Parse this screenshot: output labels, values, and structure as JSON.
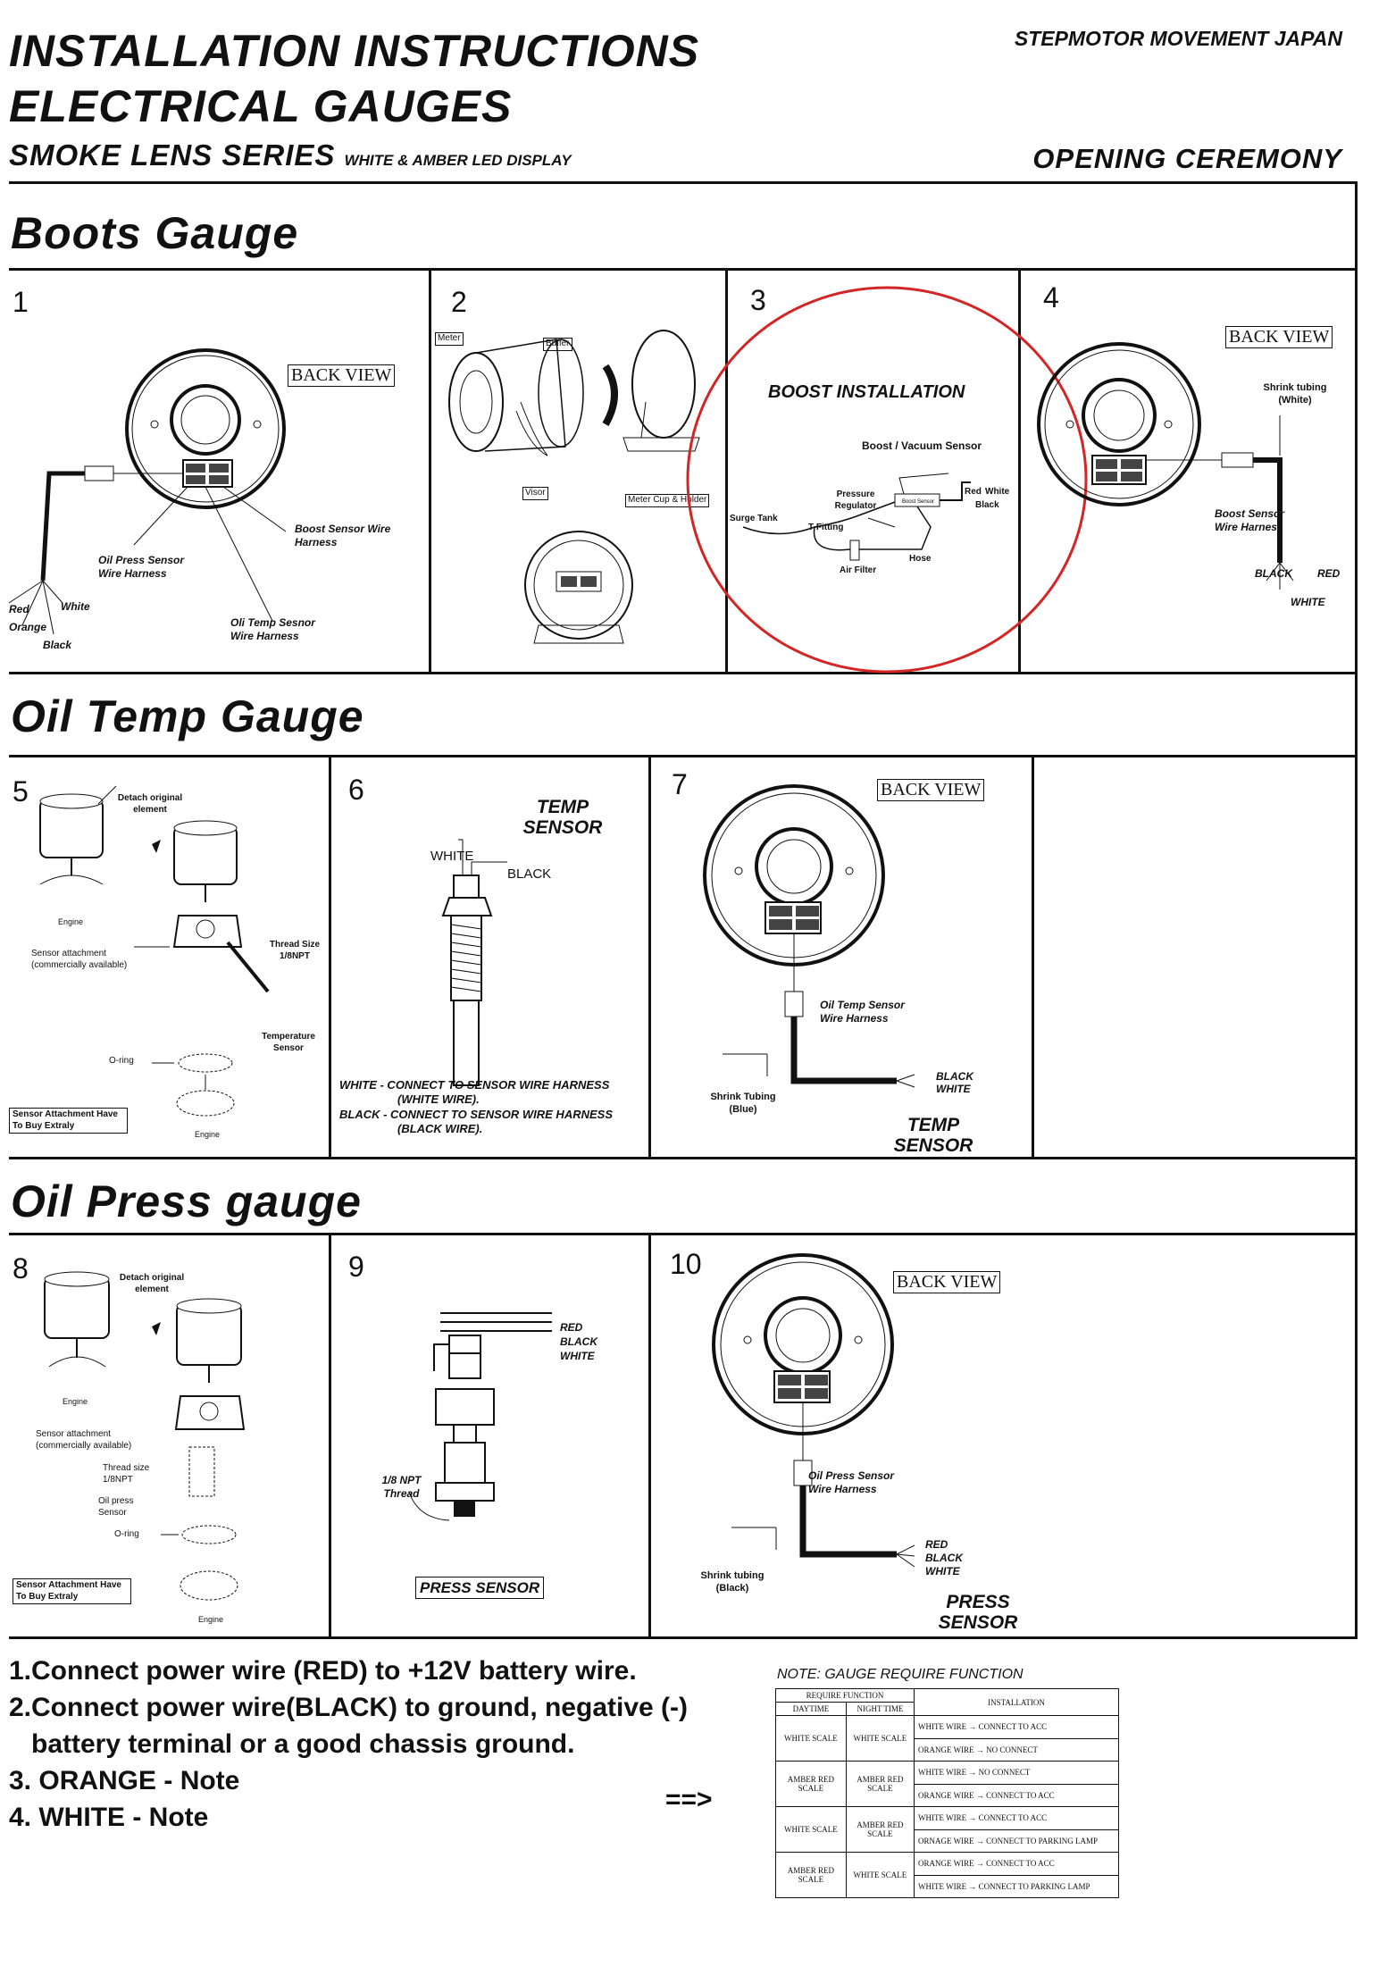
{
  "header": {
    "title_line1": "INSTALLATION INSTRUCTIONS",
    "title_line2": "ELECTRICAL GAUGES",
    "title_line3_main": "SMOKE LENS SERIES",
    "title_line3_sub": "WHITE & AMBER LED DISPLAY",
    "brand": "STEPMOTOR MOVEMENT JAPAN",
    "tagline": "OPENING CEREMONY"
  },
  "sections": {
    "boost": {
      "title": "Boots Gauge",
      "panel1": {
        "num": "1",
        "back_view": "BACK VIEW",
        "boost_sensor": "Boost Sensor Wire Harness",
        "oil_press": "Oil Press Sensor Wire Harness",
        "oil_temp": "Oli Temp Sesnor Wire Harness",
        "red": "Red",
        "white": "White",
        "orange": "Orange",
        "black": "Black"
      },
      "panel2": {
        "num": "2",
        "meter": "Meter",
        "buffer": "Buffer",
        "visor": "Visor",
        "cup": "Meter Cup & Holder"
      },
      "panel3": {
        "num": "3",
        "title": "BOOST INSTALLATION",
        "sensor": "Boost / Vacuum Sensor",
        "pressure": "Pressure Regulator",
        "surge": "Surge Tank",
        "tfitting": "T-Fitting",
        "red": "Red",
        "white": "White",
        "black": "Black",
        "hose": "Hose",
        "filter": "Air Filter",
        "boost_sensor_box": "Boost Sensor"
      },
      "panel4": {
        "num": "4",
        "back_view": "BACK VIEW",
        "shrink": "Shrink tubing (White)",
        "boost_sensor": "Boost Sensor Wire Harness",
        "black": "BLACK",
        "red": "RED",
        "white": "WHITE"
      }
    },
    "oiltemp": {
      "title": "Oil Temp Gauge",
      "panel5": {
        "num": "5",
        "detach": "Detach original element",
        "engine": "Engine",
        "attach": "Sensor attachment (commercially available)",
        "thread": "Thread Size 1/8NPT",
        "temp": "Temperature Sensor",
        "oring": "O-ring",
        "note": "Sensor Attachment Have To Buy Extraly"
      },
      "panel6": {
        "num": "6",
        "title": "TEMP SENSOR",
        "white": "WHITE",
        "black": "BLACK",
        "note1": "WHITE - CONNECT TO SENSOR WIRE HARNESS",
        "note1b": "(WHITE WIRE).",
        "note2": "BLACK - CONNECT TO SENSOR WIRE HARNESS",
        "note2b": "(BLACK WIRE)."
      },
      "panel7": {
        "num": "7",
        "back_view": "BACK VIEW",
        "harness": "Oil Temp Sensor Wire Harness",
        "shrink": "Shrink Tubing (Blue)",
        "black": "BLACK",
        "white": "WHITE",
        "caption": "TEMP SENSOR"
      }
    },
    "oilpress": {
      "title": "Oil Press gauge",
      "panel8": {
        "num": "8",
        "detach": "Detach original element",
        "engine": "Engine",
        "attach": "Sensor attachment (commercially available)",
        "thread": "Thread size 1/8NPT",
        "oilpress": "Oil press Sensor",
        "oring": "O-ring",
        "note": "Sensor Attachment Have To Buy Extraly"
      },
      "panel9": {
        "num": "9",
        "red": "RED",
        "black": "BLACK",
        "white": "WHITE",
        "thread": "1/8 NPT Thread",
        "caption": "PRESS SENSOR"
      },
      "panel10": {
        "num": "10",
        "back_view": "BACK VIEW",
        "harness": "Oil Press Sensor Wire Harness",
        "shrink": "Shrink tubing (Black)",
        "red": "RED",
        "black": "BLACK",
        "white": "WHITE",
        "caption": "PRESS SENSOR"
      }
    }
  },
  "steps": [
    "1.Connect power wire (RED) to +12V battery wire.",
    "2.Connect power wire(BLACK) to ground, negative (-)",
    "   battery terminal or a good chassis ground.",
    "3. ORANGE - Note",
    "4. WHITE - Note"
  ],
  "arrow": "==>",
  "note_table": {
    "title": "NOTE: GAUGE REQUIRE FUNCTION",
    "hdr_require": "REQUIRE FUNCTION",
    "hdr_daytime": "DAYTIME",
    "hdr_night": "NIGHT TIME",
    "hdr_install": "INSTALLATION",
    "rows": [
      {
        "day": "WHITE SCALE",
        "night": "WHITE SCALE",
        "i1": "WHITE WIRE → CONNECT TO ACC",
        "i2": "ORANGE WIRE → NO CONNECT"
      },
      {
        "day": "AMBER RED SCALE",
        "night": "AMBER RED SCALE",
        "i1": "WHITE WIRE → NO CONNECT",
        "i2": "ORANGE WIRE → CONNECT TO ACC"
      },
      {
        "day": "WHITE SCALE",
        "night": "AMBER RED SCALE",
        "i1": "WHITE WIRE → CONNECT TO ACC",
        "i2": "ORNAGE WIRE → CONNECT TO PARKING LAMP"
      },
      {
        "day": "AMBER RED SCALE",
        "night": "WHITE SCALE",
        "i1": "ORANGE WIRE → CONNECT TO ACC",
        "i2": "WHITE WIRE → CONNECT TO PARKING LAMP"
      }
    ]
  }
}
